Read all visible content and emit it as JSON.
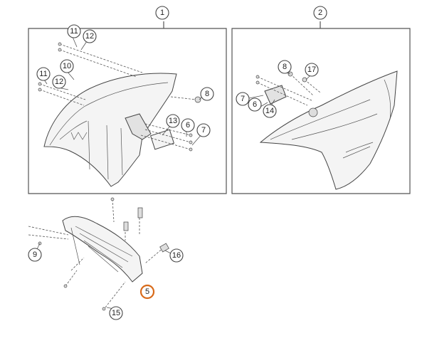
{
  "highlight_color": "#d86a1a",
  "callouts": [
    {
      "id": "c1",
      "text": "1"
    },
    {
      "id": "c2",
      "text": "2"
    },
    {
      "id": "c11a",
      "text": "11"
    },
    {
      "id": "c12a",
      "text": "12"
    },
    {
      "id": "c10",
      "text": "10"
    },
    {
      "id": "c11b",
      "text": "11"
    },
    {
      "id": "c12b",
      "text": "12"
    },
    {
      "id": "c8a",
      "text": "8"
    },
    {
      "id": "c13",
      "text": "13"
    },
    {
      "id": "c6a",
      "text": "6"
    },
    {
      "id": "c7a",
      "text": "7"
    },
    {
      "id": "c8b",
      "text": "8"
    },
    {
      "id": "c17",
      "text": "17"
    },
    {
      "id": "c7b",
      "text": "7"
    },
    {
      "id": "c6b",
      "text": "6"
    },
    {
      "id": "c14",
      "text": "14"
    },
    {
      "id": "c9",
      "text": "9"
    },
    {
      "id": "c16",
      "text": "16"
    },
    {
      "id": "c5",
      "text": "5",
      "highlighted": true
    },
    {
      "id": "c15",
      "text": "15"
    }
  ]
}
